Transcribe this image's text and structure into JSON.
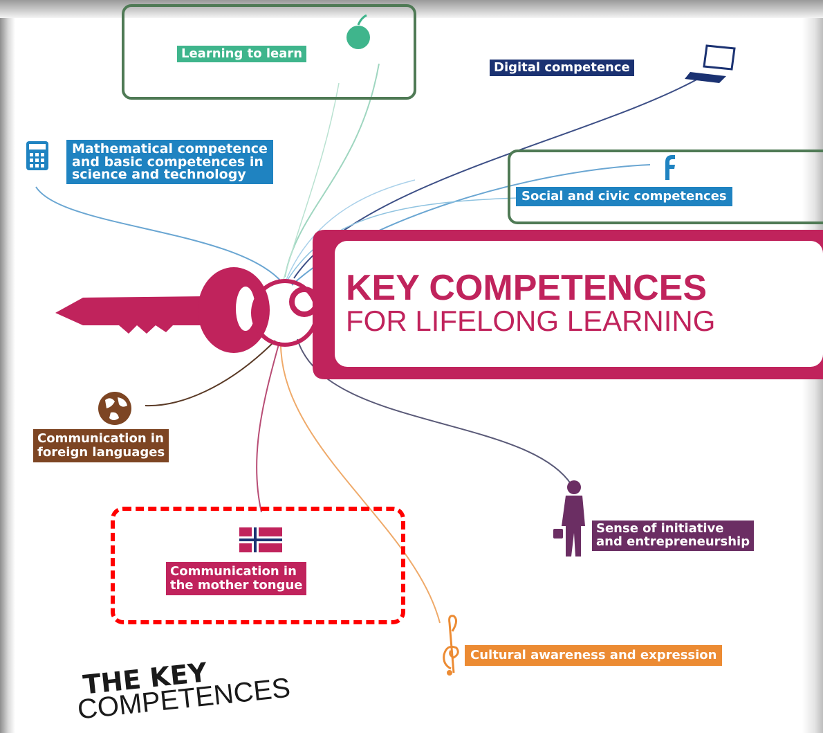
{
  "diagram": {
    "center": {
      "title": "KEY COMPETENCES",
      "subtitle": "FOR LIFELONG LEARNING"
    },
    "competences": {
      "learning_to_learn": "Learning to learn",
      "digital": "Digital competence",
      "mathematical": [
        "Mathematical competence",
        "and basic competences in",
        "science and technology"
      ],
      "social_civic": "Social and civic competences",
      "foreign_languages": [
        "Communication in",
        "foreign languages"
      ],
      "mother_tongue": [
        "Communication in",
        "the mother tongue"
      ],
      "initiative": [
        "Sense of initiative",
        "and entrepreneurship"
      ],
      "cultural": "Cultural awareness and expression"
    },
    "footer": {
      "line1": "THE KEY",
      "line2": "COMPETENCES"
    },
    "colors": {
      "key": "#c0235c",
      "learn": "#3fb58c",
      "digital": "#1b3272",
      "math": "#1f83c1",
      "foreign": "#7d4523",
      "initiative": "#6b2e63",
      "cultural": "#ec8b33",
      "highlight_box": "#4f7a55",
      "highlight_dashed": "#ff0000"
    },
    "icons": [
      "apple-icon",
      "laptop-icon",
      "calculator-icon",
      "facebook-icon",
      "globe-icon",
      "norway-flag-icon",
      "businessman-icon",
      "treble-clef-icon",
      "key-icon"
    ]
  }
}
